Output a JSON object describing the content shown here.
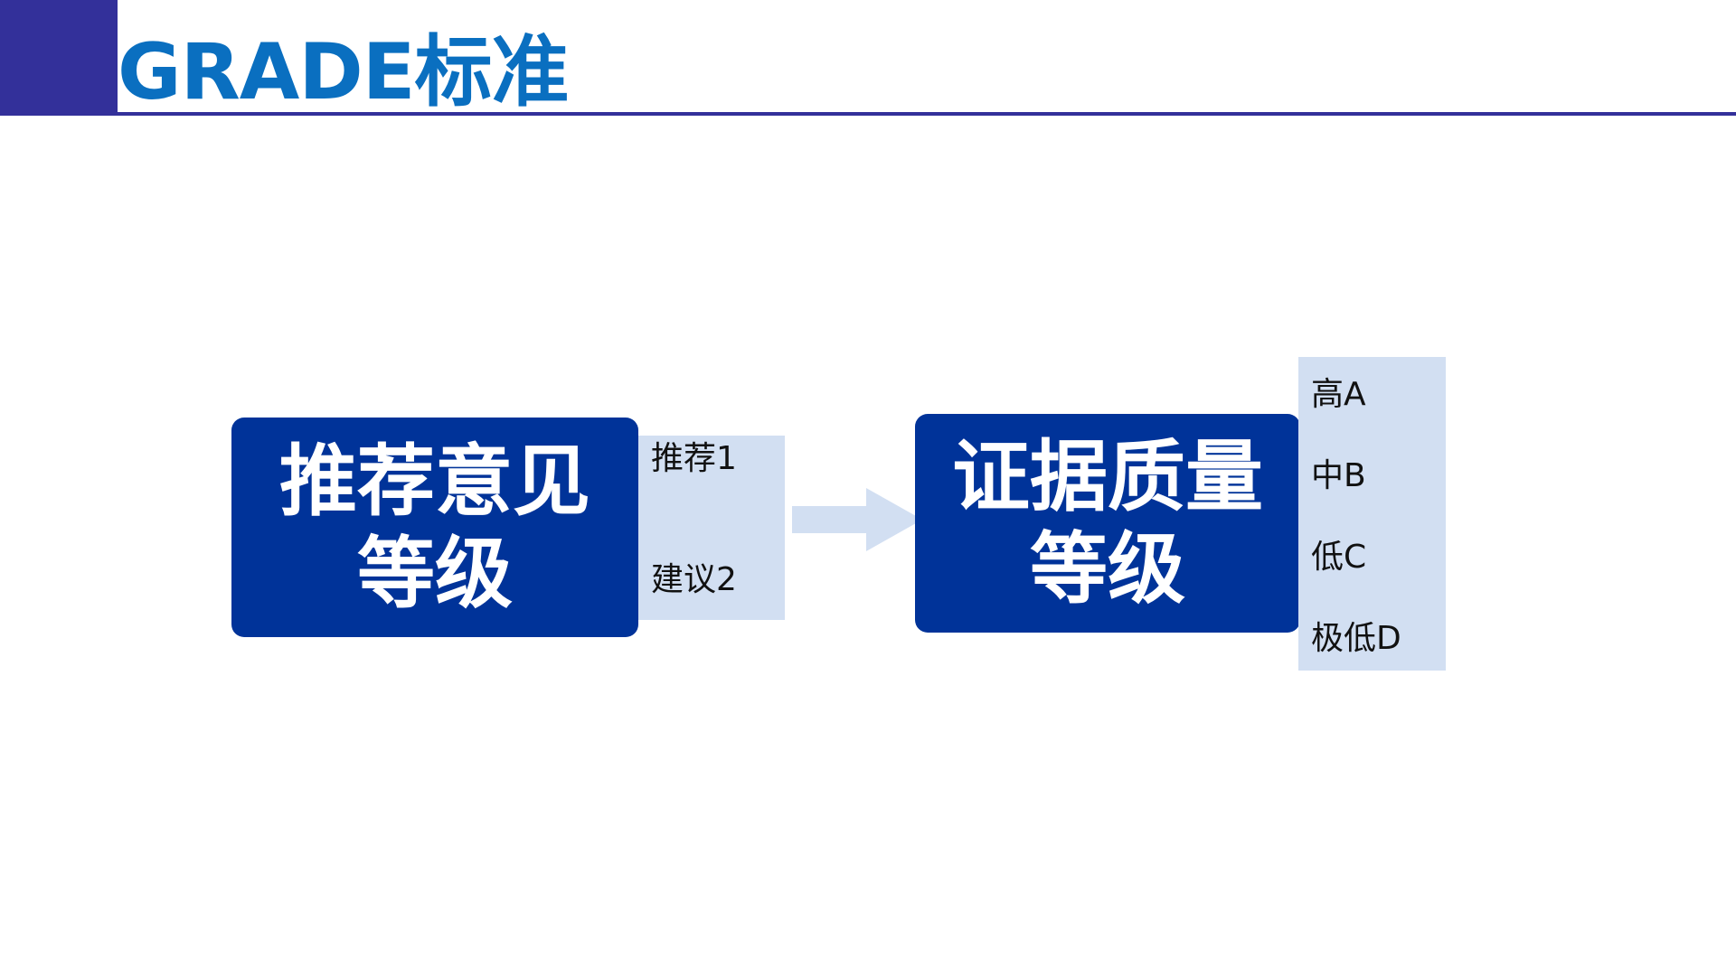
{
  "title": "GRADE标准",
  "colors": {
    "accent_dark": "#33309a",
    "title_blue": "#0a6fc0",
    "box_blue": "#003399",
    "panel_light": "#d2dff2"
  },
  "diagram": {
    "recommendation": {
      "line1": "推荐意见",
      "line2": "等级",
      "levels": [
        "推荐1",
        "建议2"
      ]
    },
    "arrow_icon": "right-arrow-icon",
    "evidence": {
      "line1": "证据质量",
      "line2": "等级",
      "levels": [
        "高A",
        "中B",
        "低C",
        "极低D"
      ]
    }
  }
}
